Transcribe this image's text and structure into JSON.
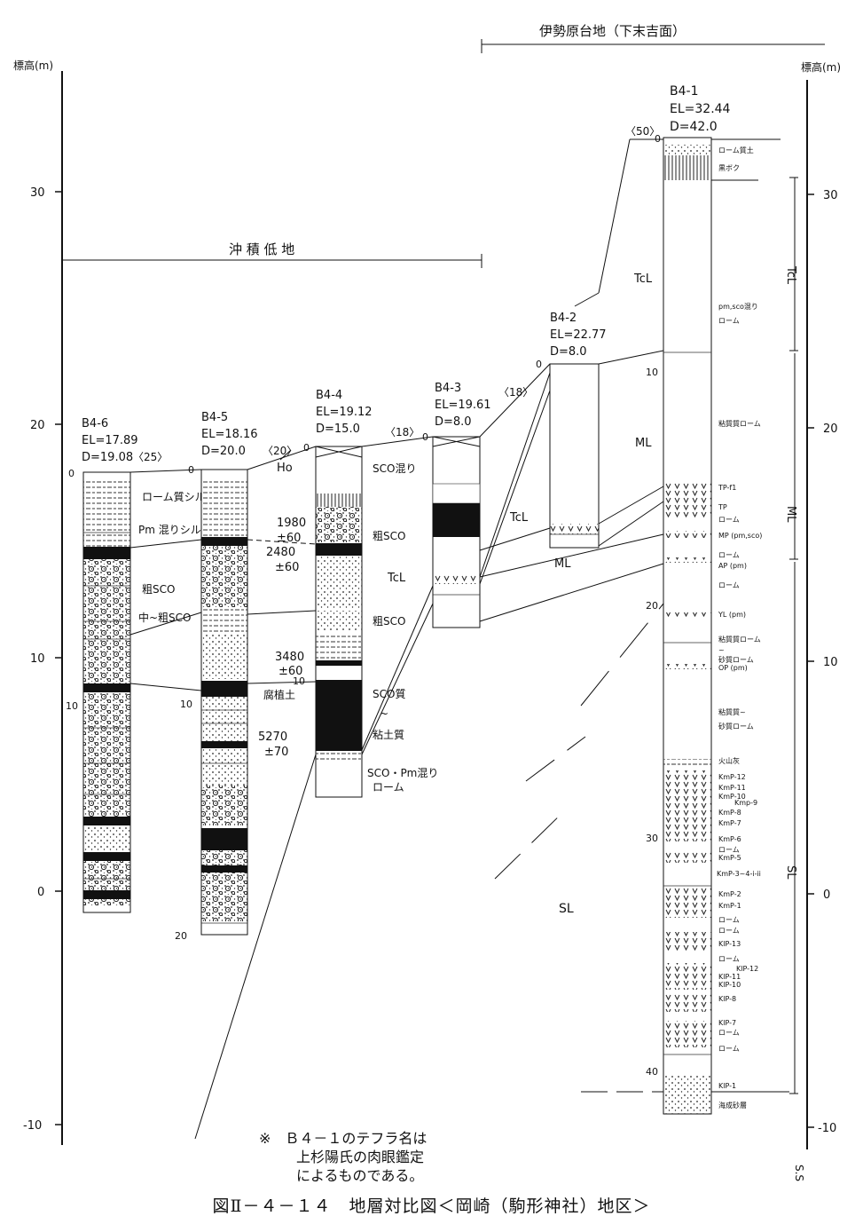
{
  "figure_title": "図Ⅱ－４－１４　地層対比図＜岡崎（駒形神社）地区＞",
  "note": [
    "※　Ｂ４－１のテフラ名は",
    "上杉陽氏の肉眼鑑定",
    "によるものである。"
  ],
  "left_axis": {
    "unit_label": "標高(m)",
    "ticks": [
      "30",
      "20",
      "10",
      "0",
      "-10"
    ]
  },
  "right_axis": {
    "unit_label": "標高(m)",
    "ticks": [
      "30",
      "20",
      "10",
      "0",
      "-10"
    ],
    "bottom_label": "S.S"
  },
  "regions": {
    "lowland": "沖 積 低 地",
    "terrace": "伊勢原台地（下末吉面）"
  },
  "boreholes": [
    {
      "id": "B4-6",
      "name": "B4-6",
      "el": "EL=17.89",
      "d": "D=19.08",
      "gap": "〈25〉",
      "depth_ticks": [
        "0",
        "10"
      ],
      "layers": [
        "ローム質シルト",
        "Pm 混りシルト",
        "粗SCO",
        "中~粗SCO"
      ]
    },
    {
      "id": "B4-5",
      "name": "B4-5",
      "el": "EL=18.16",
      "d": "D=20.0",
      "gap": "〈20〉",
      "depth_ticks": [
        "0",
        "10",
        "20"
      ],
      "layers": [
        "腐植土"
      ]
    },
    {
      "id": "B4-4",
      "name": "B4-4",
      "el": "EL=19.12",
      "d": "D=15.0",
      "gap": "〈18〉",
      "depth_ticks": [
        "0",
        "10"
      ],
      "layers": [
        "SCO混り",
        "粗SCO",
        "粗SCO",
        "SCO質",
        "~",
        "粘土質",
        "SCO・Pm混り",
        "ローム"
      ]
    },
    {
      "id": "B4-3",
      "name": "B4-3",
      "el": "EL=19.61",
      "d": "D=8.0",
      "gap": "〈18〉",
      "depth_ticks": [
        "0"
      ],
      "layers": []
    },
    {
      "id": "B4-2",
      "name": "B4-2",
      "el": "EL=22.77",
      "d": "D=8.0",
      "gap": "",
      "depth_ticks": [
        "0"
      ],
      "layers": []
    },
    {
      "id": "B4-1",
      "name": "B4-1",
      "el": "EL=32.44",
      "d": "D=42.0",
      "gap": "〈50〉",
      "depth_ticks": [
        "0",
        "10",
        "20",
        "30",
        "40"
      ],
      "layers": [
        "ローム質土",
        "黒ボク",
        "pm,sco混り",
        "ローム",
        "粘質質ローム",
        "TP-f1",
        "TP",
        "ローム",
        "MP (pm,sco)",
        "ローム",
        "AP (pm)",
        "ローム",
        "YL (pm)",
        "粘質質ローム",
        "~",
        "砂質ローム",
        "OP (pm)",
        "粘質質~",
        "砂質ローム",
        "火山灰",
        "KmP-12",
        "KmP-11",
        "KmP-10",
        "Kmp-9",
        "KmP-8",
        "KmP-7",
        "KmP-6",
        "ローム",
        "KmP-5",
        "KmP-3~4-i-ii",
        "KmP-2",
        "KmP-1",
        "ローム",
        "ローム",
        "KlP-13",
        "ローム",
        "KlP-12",
        "KlP-11",
        "KlP-10",
        "KlP-8",
        "KlP-7",
        "ローム",
        "ローム",
        "KlP-1",
        "海成砂層"
      ]
    }
  ],
  "ages": [
    "1980",
    "±60",
    "2480",
    "±60",
    "3480",
    "±60",
    "5270",
    "±70"
  ],
  "units": {
    "ho": "Ho",
    "tcl": "TcL",
    "ml": "ML",
    "sl": "SL"
  }
}
